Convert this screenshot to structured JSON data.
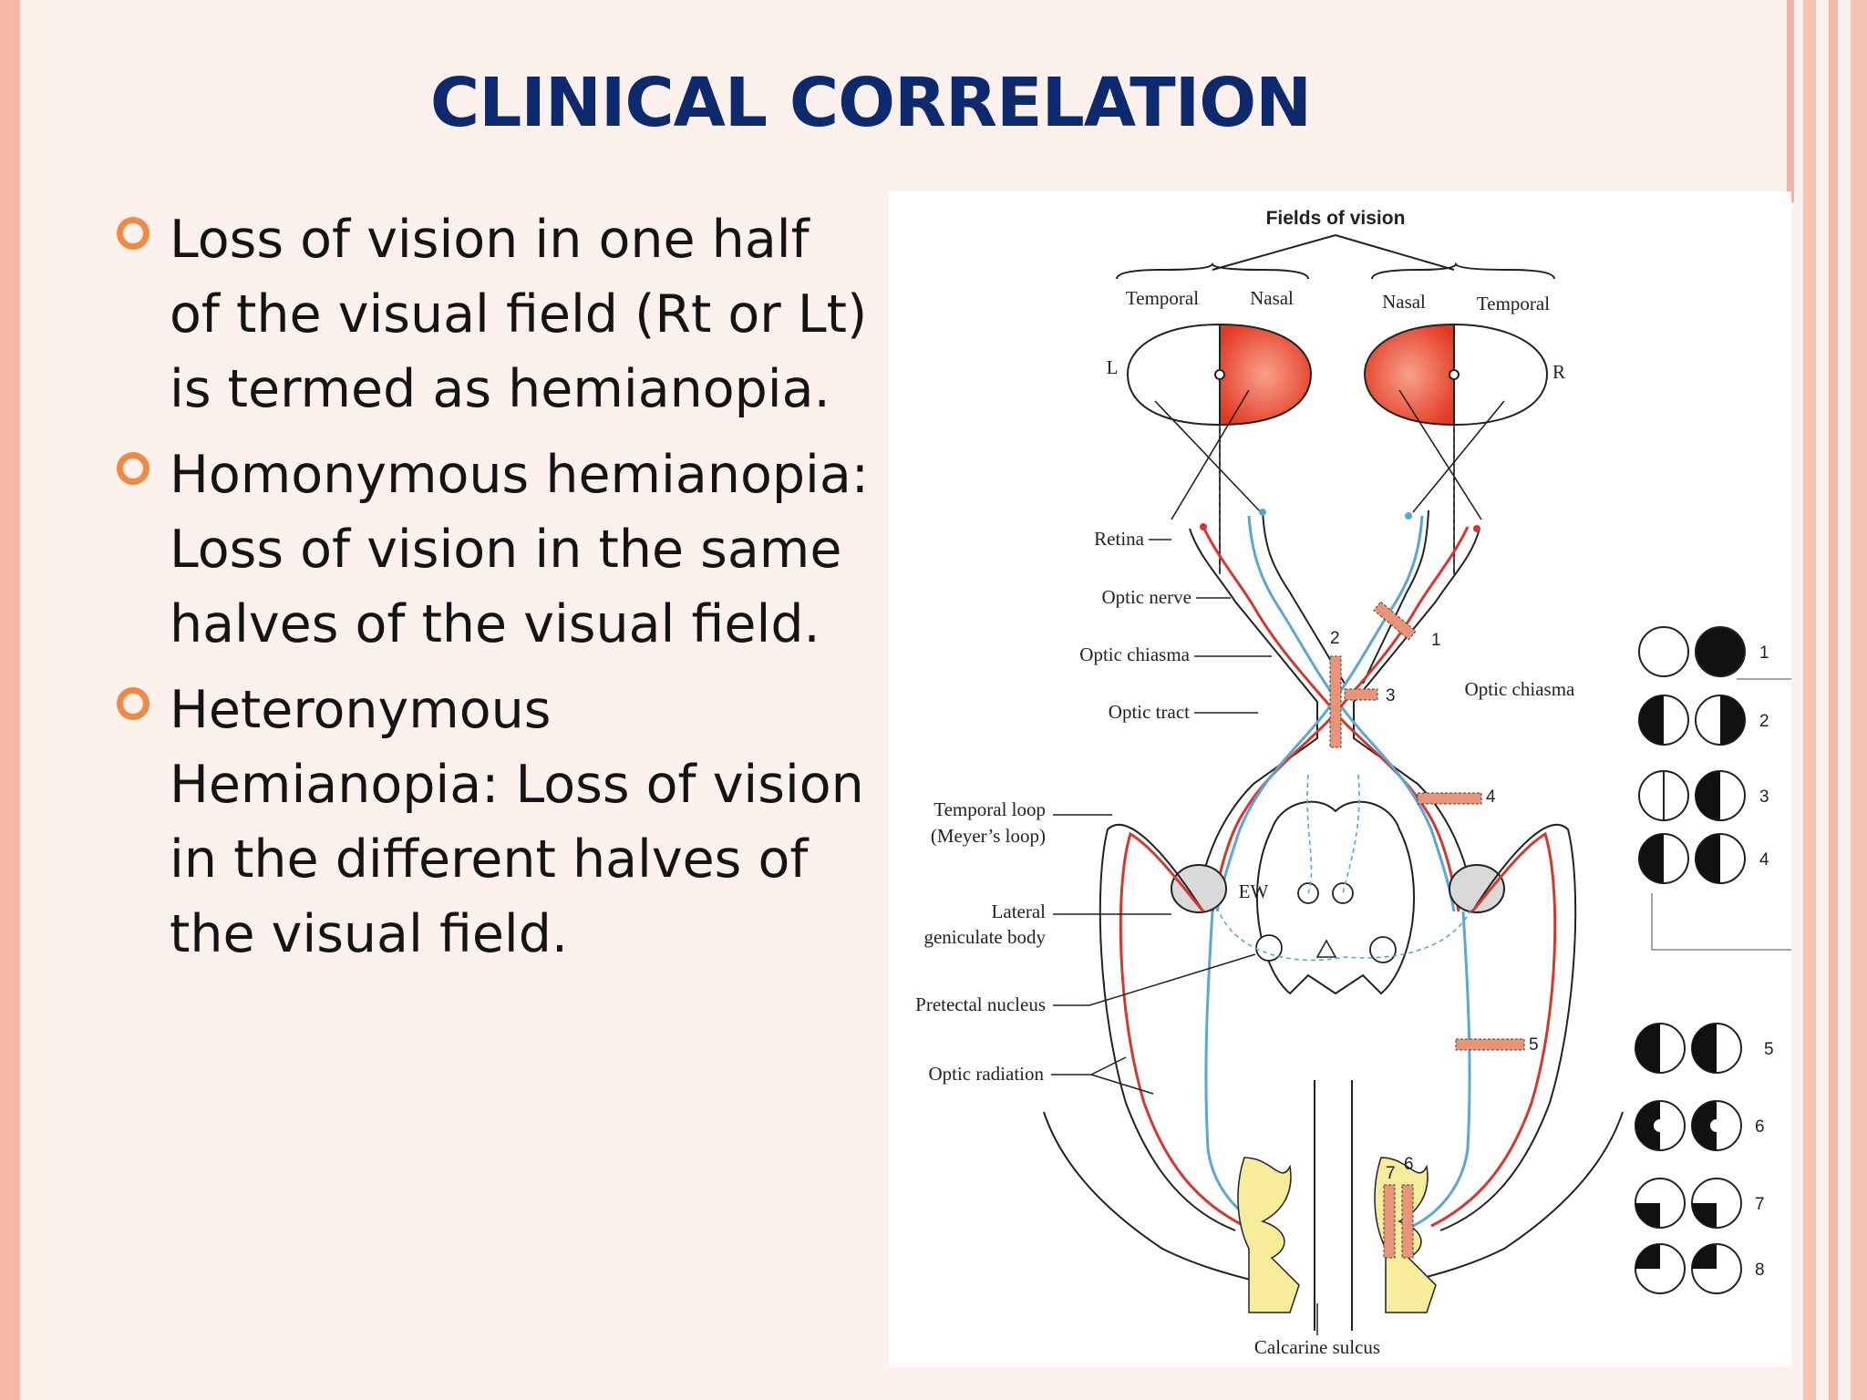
{
  "slide": {
    "title": "CLINICAL CORRELATION",
    "bullets": [
      "Loss of vision in one half of the visual field (Rt or Lt) is termed as hemianopia.",
      "Homonymous hemianopia: Loss of vision in the same halves of the visual field.",
      "Heteronymous Hemianopia: Loss of vision in the different halves of the visual field."
    ]
  },
  "diagram": {
    "header": "Fields of vision",
    "left_eye": {
      "side": "L",
      "outer": "Temporal",
      "inner": "Nasal"
    },
    "right_eye": {
      "side": "R",
      "outer": "Temporal",
      "inner": "Nasal"
    },
    "left_labels": {
      "retina": "Retina",
      "optic_nerve": "Optic nerve",
      "optic_chiasma": "Optic chiasma",
      "optic_tract": "Optic tract",
      "temporal_loop_1": "Temporal loop",
      "temporal_loop_2": "(Meyer’s loop)",
      "lgb_1": "Lateral",
      "lgb_2": "geniculate body",
      "pretectal": "Pretectal nucleus",
      "optic_radiation": "Optic radiation"
    },
    "right_label_chiasma": "Optic chiasma",
    "ew_label": "EW",
    "calcarine": "Calcarine sulcus",
    "lesion_numbers": [
      "1",
      "2",
      "3",
      "4",
      "5",
      "6",
      "7"
    ],
    "field_defect_numbers": [
      "1",
      "2",
      "3",
      "4",
      "5",
      "6",
      "7",
      "8"
    ],
    "colors": {
      "field": "#e8412e",
      "blue_fiber": "#5aa6d6",
      "red_fiber": "#d6372c",
      "lesion": "#e89477",
      "cortex": "#f7ec9a",
      "title": "#0d2a6e",
      "bullet": "#ef8a45"
    }
  }
}
